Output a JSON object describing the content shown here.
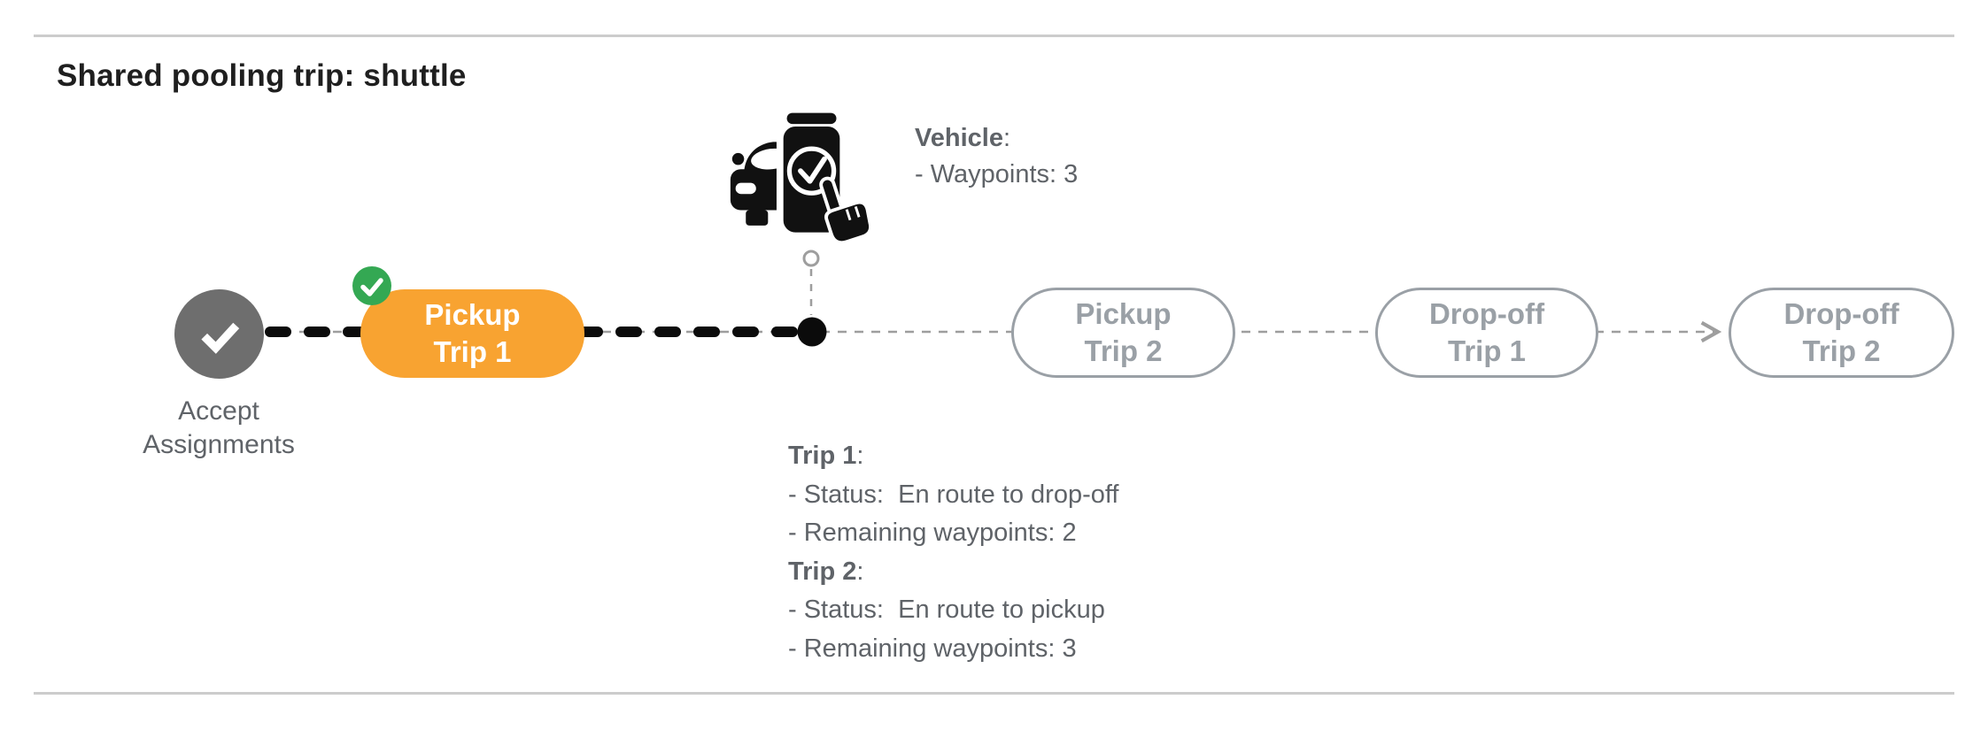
{
  "page": {
    "title": "Shared pooling trip: shuttle"
  },
  "vehicle": {
    "heading": "Vehicle",
    "colon": ":",
    "waypoints_line": "- Waypoints: 3"
  },
  "timeline": {
    "nodes": {
      "accept": {
        "line1": "Accept",
        "line2": "Assignments"
      },
      "pickup_trip_1": {
        "line1": "Pickup",
        "line2": "Trip 1"
      },
      "pickup_trip_2": {
        "line1": "Pickup",
        "line2": "Trip 2"
      },
      "dropoff_trip_1": {
        "line1": "Drop-off",
        "line2": "Trip 1"
      },
      "dropoff_trip_2": {
        "line1": "Drop-off",
        "line2": "Trip 2"
      }
    }
  },
  "trips": {
    "trip1": {
      "heading": "Trip 1",
      "colon": ":",
      "status_line": "- Status:  En route to drop-off",
      "remaining_line": "- Remaining waypoints: 2"
    },
    "trip2": {
      "heading": "Trip 2",
      "colon": ":",
      "status_line": "- Status:  En route to pickup",
      "remaining_line": "- Remaining waypoints: 3"
    }
  },
  "icons": {
    "completed_node": "check-icon",
    "current_node_badge": "check-icon",
    "vehicle": "car-phone-check-icon",
    "connector_end": "arrow-right-icon"
  },
  "colors": {
    "current_orange": "#F8A331",
    "completed_gray": "#6E6E6E",
    "success_green": "#34A853",
    "upcoming_gray": "#9AA0A6",
    "info_text_gray": "#5F6368",
    "rule_gray": "#CCCCCC",
    "timeline_black": "#0B0B0B"
  }
}
